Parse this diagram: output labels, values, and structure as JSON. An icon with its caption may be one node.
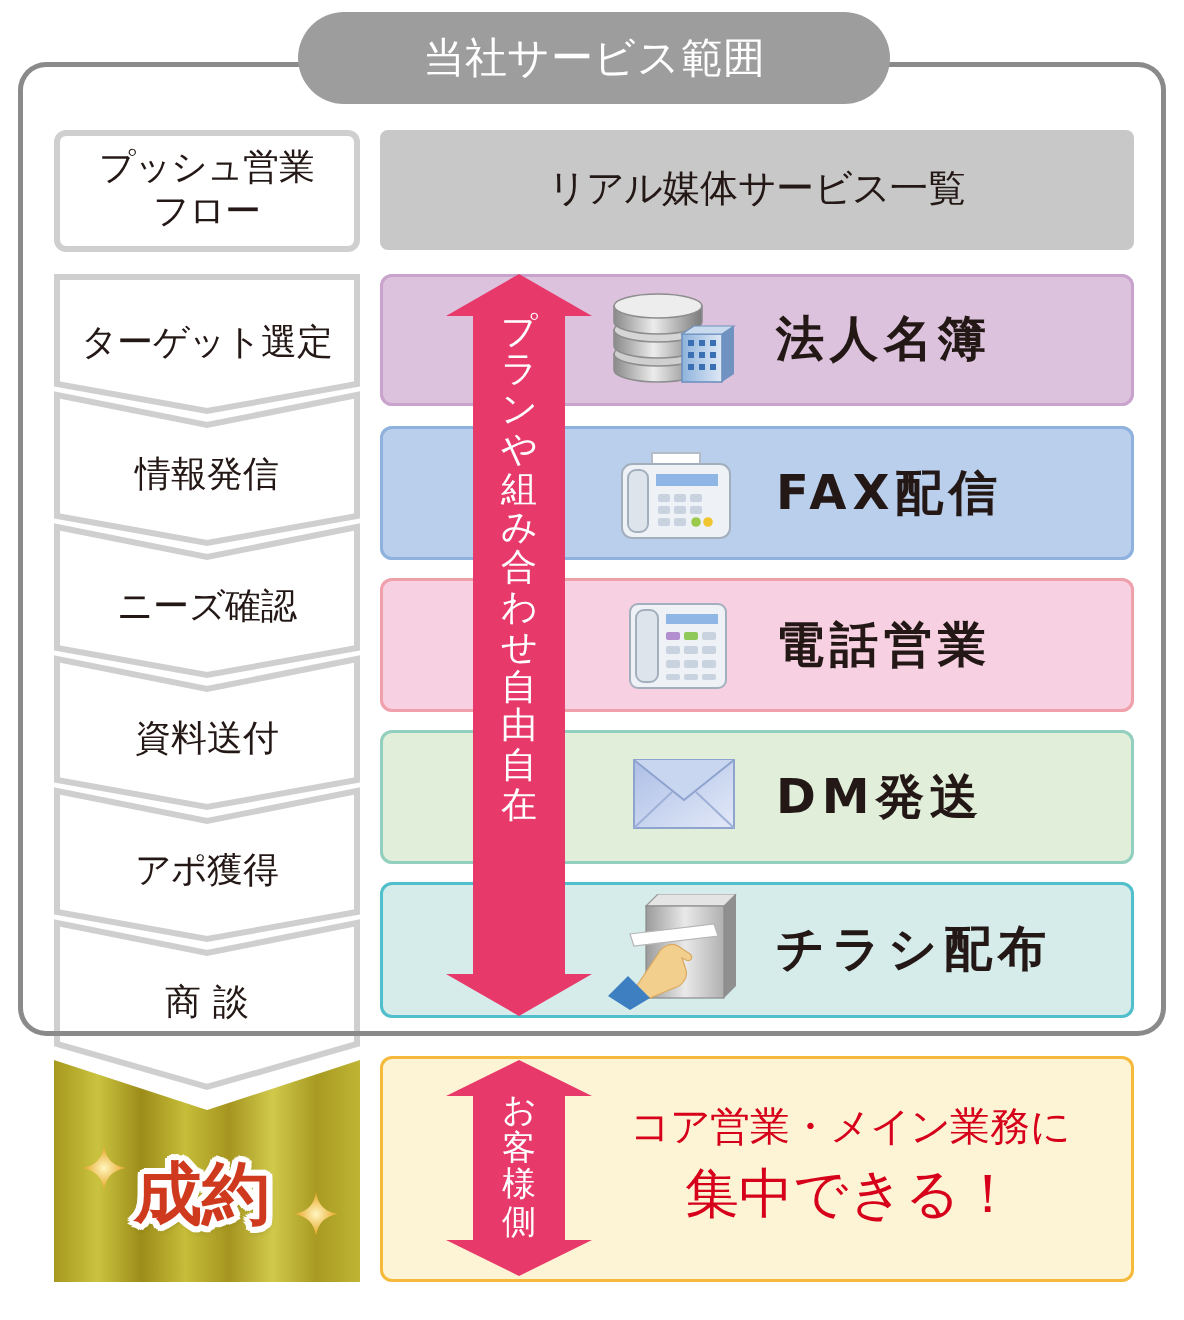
{
  "diagram": {
    "nodes": [
      {
        "text": [
          "当社サービス範囲"
        ]
      },
      {
        "text": [
          "プッシュ営業フロー"
        ],
        "in": 0
      },
      {
        "text": [
          "リアル媒体サービス一覧"
        ],
        "in": 0
      },
      {
        "text": [
          "ターゲット選定"
        ],
        "in": 0
      },
      {
        "text": [
          "情報発信"
        ],
        "in": 0
      },
      {
        "text": [
          "ニーズ確認"
        ],
        "in": 0
      },
      {
        "text": [
          "資料送付"
        ],
        "in": 0
      },
      {
        "text": [
          "アポ獲得"
        ],
        "in": 0
      },
      {
        "text": [
          "商 談"
        ]
      },
      {
        "text": [
          "法人名簿"
        ],
        "in": 0
      },
      {
        "text": [
          "FAX配信"
        ],
        "in": 0
      },
      {
        "text": [
          "電話営業"
        ],
        "in": 0
      },
      {
        "text": [
          "DM発送"
        ],
        "in": 0
      },
      {
        "text": [
          "チラシ配布"
        ],
        "in": 0
      },
      {
        "text": [
          "プランや組み合わせ自由自在"
        ],
        "in": 0
      },
      {
        "text": [
          "成約"
        ]
      },
      {
        "text": [
          "コア営業・メイン業務に",
          "集中できる！"
        ]
      },
      {
        "text": [
          "お客様側"
        ],
        "in": 16
      }
    ]
  }
}
